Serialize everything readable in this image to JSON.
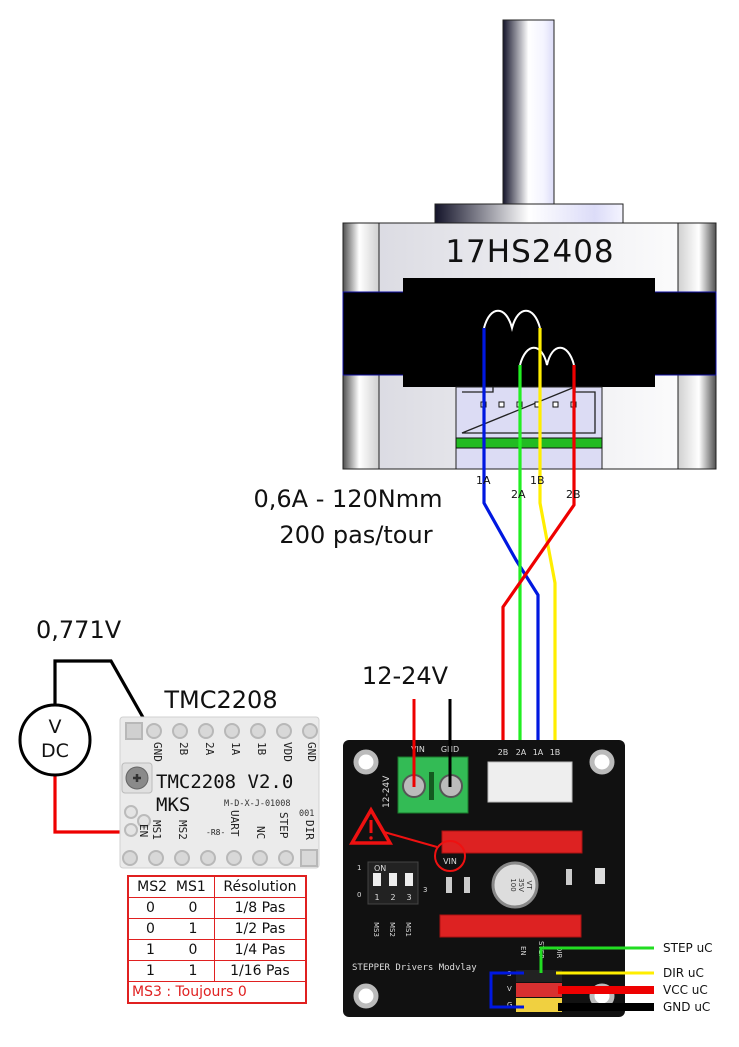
{
  "motor": {
    "model": "17HS2408",
    "specs_line1": "0,6A - 120Nmm",
    "specs_line2": "200 pas/tour",
    "coil_labels": [
      "1A",
      "2A",
      "1B",
      "2B"
    ]
  },
  "voltmeter": {
    "reading": "0,771V",
    "symbol_top": "V",
    "symbol_bottom": "DC"
  },
  "driver": {
    "title": "TMC2208",
    "board_text": "TMC2208 V2.0",
    "brand": "MKS",
    "serial_line1": "M-D-X-J-01008",
    "serial_line2": "001",
    "top_pins": [
      "GND",
      "2B",
      "2A",
      "1A",
      "1B",
      "VDD",
      "GND"
    ],
    "bottom_pins": [
      "EN",
      "MS1",
      "MS2",
      "-R8-",
      "UART",
      "NC",
      "STEP",
      "DIR"
    ]
  },
  "resolution_table": {
    "headers": [
      "MS2",
      "MS1",
      "Résolution"
    ],
    "rows": [
      [
        "0",
        "0",
        "1/8 Pas"
      ],
      [
        "0",
        "1",
        "1/2 Pas"
      ],
      [
        "1",
        "0",
        "1/4 Pas"
      ],
      [
        "1",
        "1",
        "1/16 Pas"
      ]
    ],
    "footer": "MS3 : Toujours 0"
  },
  "shield": {
    "power_label": "12-24V",
    "terminal_labels": [
      "VIN",
      "GND"
    ],
    "side_label": "12-24V",
    "motor_connector_labels": [
      "2B",
      "2A",
      "1A",
      "1B"
    ],
    "vin_label": "VIN",
    "dip_on": "ON",
    "dip_numbers": [
      "1",
      "2",
      "3"
    ],
    "dip_side_1": "1",
    "dip_side_0": "0",
    "dip_side_3": "3",
    "dip_pins": [
      "MS3",
      "MS2",
      "MS1"
    ],
    "capacitor_text": [
      "100",
      "35V",
      "VT"
    ],
    "board_name": "STEPPER Drivers Modvlay",
    "header_cols": [
      "EN",
      "STEP",
      "DIR"
    ],
    "header_rows": [
      "S",
      "V",
      "G"
    ]
  },
  "uc_connections": [
    {
      "label": "STEP uC",
      "color": "#22dd22"
    },
    {
      "label": "DIR uC",
      "color": "#ffee00"
    },
    {
      "label": "VCC uC",
      "color": "#ee0000"
    },
    {
      "label": "GND uC",
      "color": "#000000"
    }
  ],
  "wire_colors": {
    "blue": "#0018e0",
    "green": "#22ee22",
    "yellow": "#ffee00",
    "red": "#ee0000",
    "black": "#000000"
  }
}
